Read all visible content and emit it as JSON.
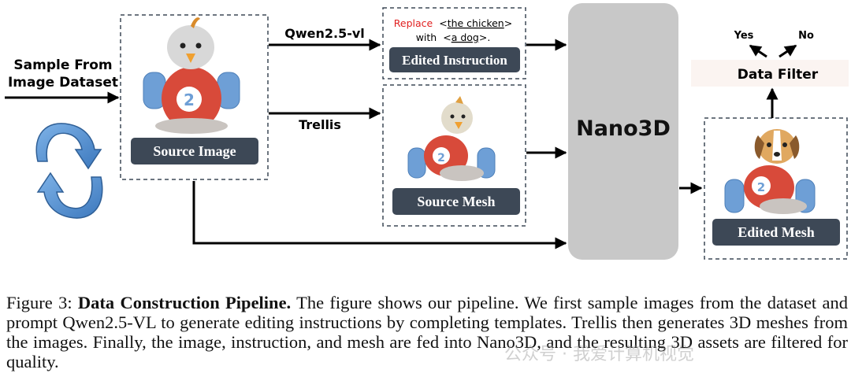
{
  "diagram": {
    "input_label_line1": "Sample From",
    "input_label_line2": "Image Dataset",
    "qwen_label": "Qwen2.5-vl",
    "trellis_label": "Trellis",
    "source_image_label": "Source Image",
    "instruction": {
      "word_replace": "Replace",
      "lt1": "<",
      "object_old": "the chicken",
      "gt1": ">",
      "word_with": "with",
      "lt2": "<",
      "object_new": "a dog",
      "gt2": ">."
    },
    "edited_instruction_label": "Edited Instruction",
    "source_mesh_label": "Source Mesh",
    "model_label": "Nano3D",
    "filter_label": "Data Filter",
    "yes_label": "Yes",
    "no_label": "No",
    "edited_mesh_label": "Edited Mesh",
    "toy_number": "2"
  },
  "caption": {
    "figure_label": "Figure 3:",
    "title": "Data Construction Pipeline.",
    "text": " The figure shows our pipeline.  We first sample images from the dataset and prompt Qwen2.5-VL to generate editing instructions by completing templates. Trellis then generates 3D meshes from the images. Finally, the image, instruction, and mesh are fed into Nano3D, and the resulting 3D assets are filtered for quality."
  },
  "watermark": "公众号 · 我爱计算机视觉",
  "colors": {
    "badge": "#3d4856",
    "model_block": "#c8c8c8",
    "filter_bg": "#fbf4f1",
    "cycle_arrow": "#4f8fd0",
    "replace_red": "#e02020",
    "toy_body_red": "#d84a3a",
    "toy_wheel_blue": "#6e9fd6"
  }
}
